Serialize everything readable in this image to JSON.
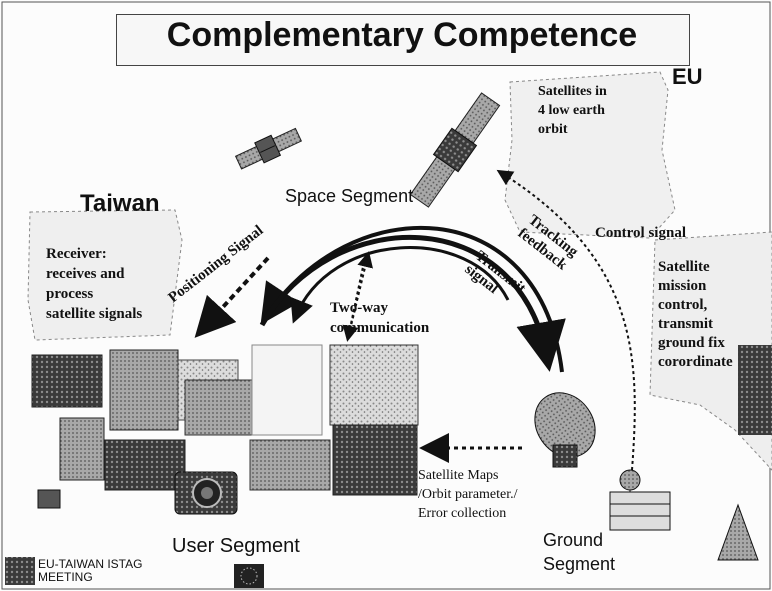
{
  "slide": {
    "title": "Complementary Competence",
    "eu_label": "EU",
    "taiwan_label": "Taiwan",
    "space_segment_label": "Space Segment",
    "user_segment_label": "User Segment",
    "ground_segment_label": "Ground\nSegment",
    "satellites_note": "Satellites in\n4 low earth\norbit",
    "receiver_note": "Receiver:\nreceives and\nprocess\nsatellite signals",
    "positioning_signal": "Positioning Signal",
    "two_way_comm": "Two-way\ncommunication",
    "tracking_feedback": "Tracking\nfeedback",
    "transmit_signal": "Transmit\nsignal",
    "control_signal": "Control signal",
    "mission_control": "Satellite\nmission\ncontrol,\ntransmit\nground fix\ncorordinate",
    "satellite_maps": "Satellite Maps\n/Orbit parameter./\nError collection",
    "footer_text": "EU-TAIWAN ISTAG\nMEETING"
  },
  "colors": {
    "ink": "#111111",
    "cloud_fill": "#f1f1f1",
    "photo_dark": "#4a4a4a",
    "photo_mid": "#9a9a9a"
  }
}
